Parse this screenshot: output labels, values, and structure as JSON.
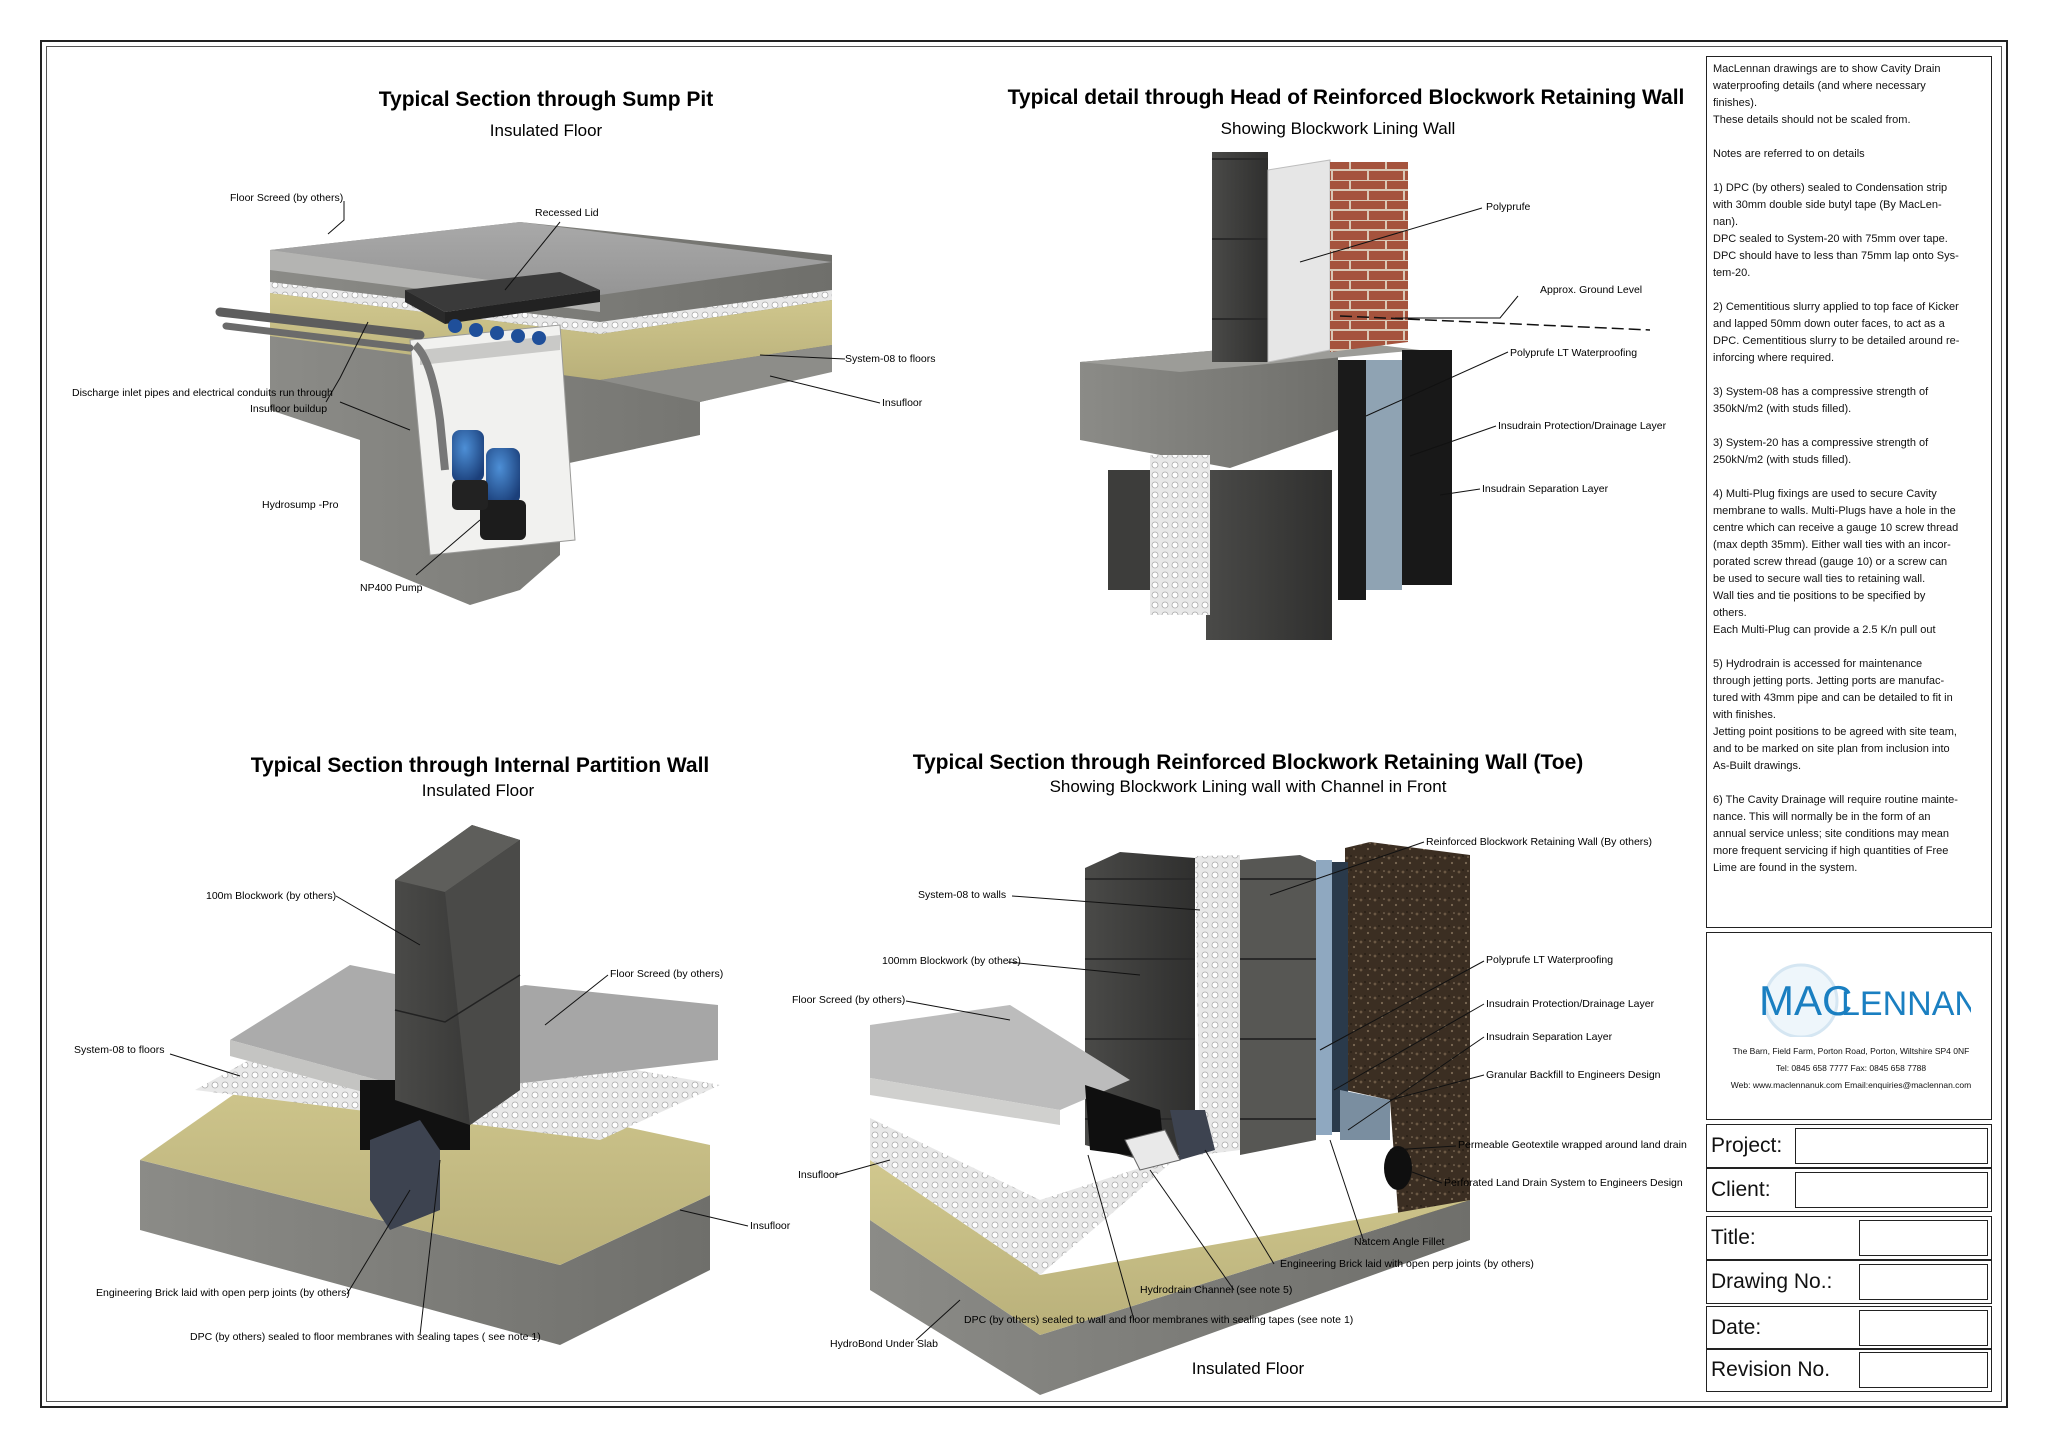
{
  "sections": {
    "sump_pit": {
      "title": "Typical Section through Sump Pit",
      "subtitle": "Insulated Floor",
      "labels": {
        "floor_screed": "Floor Screed (by others)",
        "recessed_lid": "Recessed Lid",
        "system08": "System-08 to floors",
        "insufloor": "Insufloor",
        "discharge": "Discharge inlet pipes and electrical conduits run through",
        "discharge_2": "Insufloor buildup",
        "hydrosump": "Hydrosump -Pro",
        "pump": "NP400 Pump"
      }
    },
    "wall_head": {
      "title": "Typical detail through Head of Reinforced Blockwork Retaining Wall",
      "subtitle": "Showing Blockwork Lining Wall",
      "labels": {
        "polyprufe": "Polyprufe",
        "ground_level": "Approx. Ground Level",
        "polyprufe_lt": "Polyprufe LT Waterproofing",
        "insudrain_protection": "Insudrain Protection/Drainage Layer",
        "insudrain_separation": "Insudrain Separation Layer"
      }
    },
    "partition": {
      "title": "Typical Section through Internal Partition Wall",
      "subtitle": "Insulated Floor",
      "labels": {
        "blockwork": "100m Blockwork (by others)",
        "floor_screed": "Floor Screed (by others)",
        "system08": "System-08 to floors",
        "insufloor": "Insufloor",
        "eng_brick": "Engineering Brick laid with open perp joints (by others)",
        "dpc": "DPC (by others) sealed to floor membranes with sealing tapes ( see note 1)"
      }
    },
    "wall_toe": {
      "title": "Typical Section through Reinforced Blockwork Retaining Wall (Toe)",
      "subtitle": "Showing Blockwork Lining wall with Channel in Front",
      "footer": "Insulated Floor",
      "labels": {
        "retaining_wall": "Reinforced Blockwork Retaining Wall (By others)",
        "system08_walls": "System-08 to walls",
        "blockwork": "100mm Blockwork (by others)",
        "floor_screed": "Floor Screed (by others)",
        "polyprufe_lt": "Polyprufe LT Waterproofing",
        "insudrain_protection": "Insudrain Protection/Drainage Layer",
        "insudrain_separation": "Insudrain Separation Layer",
        "granular": "Granular Backfill to Engineers Design",
        "geotextile": "Permeable Geotextile wrapped around land drain",
        "land_drain": "Perforated Land Drain System to Engineers Design",
        "insufloor": "Insufloor",
        "natcem": "Natcem Angle Fillet",
        "eng_brick": "Engineering Brick laid with open perp joints (by others)",
        "hydrodrain": "Hydrodrain Channel (see note 5)",
        "dpc": "DPC (by others) sealed to wall and floor membranes with sealing tapes (see note 1)",
        "hydrobond": "HydroBond Under Slab"
      }
    }
  },
  "notes": {
    "intro": "MacLennan drawings are to show Cavity Drain\nwaterproofing details (and where necessary\nfinishes).\nThese details should not be scaled from.",
    "referred": "Notes are referred to on details",
    "n1": "1) DPC (by others) sealed to Condensation strip\nwith 30mm double side butyl tape (By MacLen-\nnan).\nDPC sealed to System-20 with 75mm over tape.\nDPC should have to less than 75mm lap onto Sys-\ntem-20.",
    "n2": "2) Cementitious slurry applied to top face of Kicker\nand lapped 50mm down outer faces, to act as a\nDPC. Cementitious slurry to be detailed around re-\ninforcing where required.",
    "n3": "3) System-08 has a compressive strength of\n350kN/m2 (with studs filled).",
    "n4": "3) System-20 has a compressive strength of\n250kN/m2 (with studs filled).",
    "n5": "4) Multi-Plug fixings are used to secure Cavity\nmembrane to walls. Multi-Plugs have a hole in the\ncentre which can receive a gauge 10 screw thread\n(max depth 35mm). Either wall ties with an incor-\nporated screw thread (gauge 10) or a screw can\nbe used to secure wall ties to retaining wall.\nWall ties and tie positions to be specified by\nothers.\nEach Multi-Plug can provide a 2.5 K/n pull out",
    "n6": "5) Hydrodrain is accessed for maintenance\nthrough jetting ports. Jetting ports are manufac-\ntured with 43mm pipe and can be detailed to fit in\nwith finishes.\nJetting point positions to be agreed with site team,\nand to be marked on site plan from inclusion into\nAs-Built drawings.",
    "n7": "6) The Cavity Drainage will require routine mainte-\nnance. This will normally be in the form of an\nannual service unless; site conditions may mean\nmore frequent servicing if high quantities of Free\nLime are found in the system."
  },
  "logo": {
    "mac": "MAC",
    "lennan": "LENNAN",
    "address": "The Barn, Field Farm, Porton Road, Porton, Wiltshire SP4 0NF",
    "phone": "Tel: 0845 658 7777   Fax: 0845 658 7788",
    "web": "Web: www.maclennanuk.com  Email:enquiries@maclennan.com",
    "color": "#1a7fc1"
  },
  "title_block": {
    "project": "Project:",
    "client": "Client:",
    "title": "Title:",
    "drawing_no": "Drawing No.:",
    "date": "Date:",
    "revision": "Revision No."
  }
}
